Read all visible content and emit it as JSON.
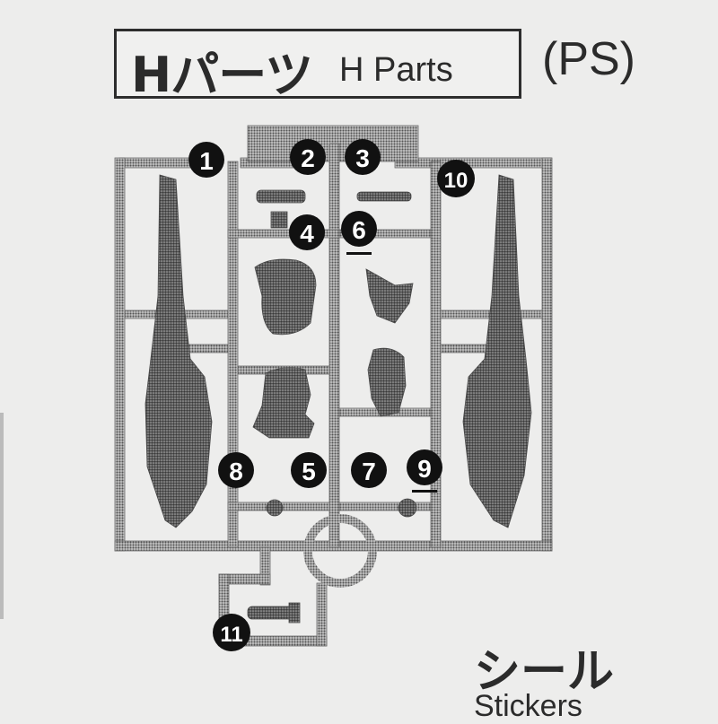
{
  "header": {
    "title_jp": "Hパーツ",
    "title_en": "H Parts",
    "material_tag": "(PS)"
  },
  "runner": {
    "part_numbers": [
      "1",
      "2",
      "3",
      "4",
      "5",
      "6",
      "7",
      "8",
      "9",
      "10",
      "11"
    ],
    "underlined_parts": [
      "6",
      "9"
    ]
  },
  "stickers": {
    "label_jp": "シール",
    "label_en": "Stickers"
  },
  "colors": {
    "background": "#ededec",
    "ink": "#2b2b2b",
    "plastic_fill": "#6a6a6a"
  }
}
